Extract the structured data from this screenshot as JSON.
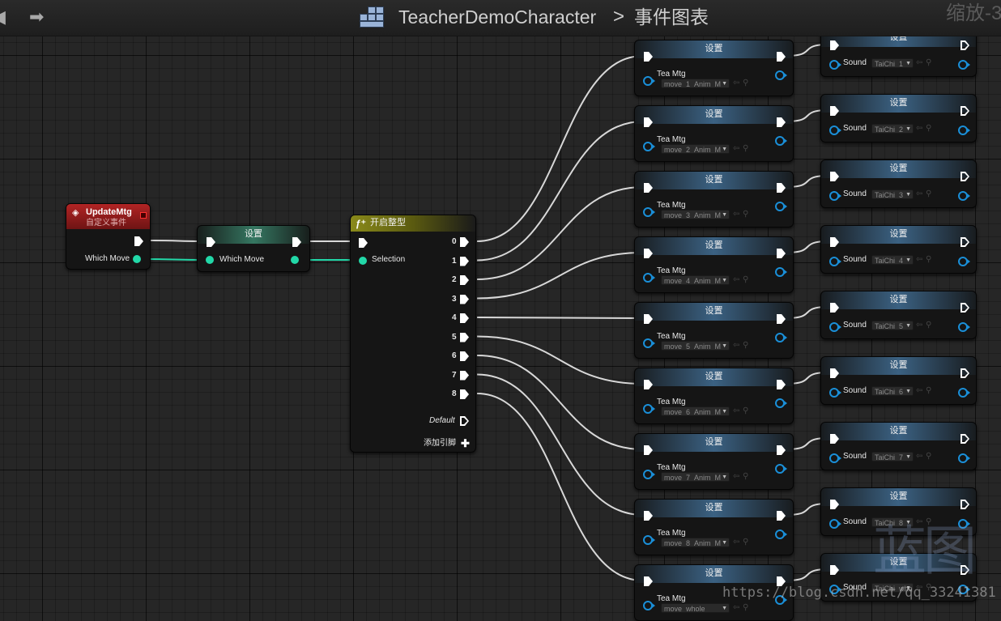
{
  "header": {
    "back_icon": "arrow-left-icon",
    "forward_icon": "arrow-right-icon",
    "blueprint_icon": "blueprint-grid-icon",
    "breadcrumb_root": "TeacherDemoCharacter",
    "breadcrumb_sep": ">",
    "breadcrumb_leaf": "事件图表",
    "zoom": "缩放-3"
  },
  "colors": {
    "exec": "#ffffff",
    "int_pin": "#22d8a8",
    "object_pin": "#1a8fd8",
    "event_header": "#b22424",
    "set_header": "#5aa0dc"
  },
  "event_node": {
    "title": "UpdateMtg",
    "subtitle": "自定义事件",
    "output_label": "Which Move"
  },
  "set_node": {
    "title": "设置",
    "label": "Which Move"
  },
  "switch_node": {
    "title": "开启整型",
    "selection_label": "Selection",
    "outputs": [
      "0",
      "1",
      "2",
      "3",
      "4",
      "5",
      "6",
      "7",
      "8"
    ],
    "default_label": "Default",
    "add_pin_label": "添加引脚"
  },
  "tea_nodes": [
    {
      "title": "设置",
      "label": "Tea Mtg",
      "value": "move_1_Anim_M"
    },
    {
      "title": "设置",
      "label": "Tea Mtg",
      "value": "move_2_Anim_M"
    },
    {
      "title": "设置",
      "label": "Tea Mtg",
      "value": "move_3_Anim_M"
    },
    {
      "title": "设置",
      "label": "Tea Mtg",
      "value": "move_4_Anim_M"
    },
    {
      "title": "设置",
      "label": "Tea Mtg",
      "value": "move_5_Anim_M"
    },
    {
      "title": "设置",
      "label": "Tea Mtg",
      "value": "move_6_Anim_M"
    },
    {
      "title": "设置",
      "label": "Tea Mtg",
      "value": "move_7_Anim_M"
    },
    {
      "title": "设置",
      "label": "Tea Mtg",
      "value": "move_8_Anim_M"
    },
    {
      "title": "设置",
      "label": "Tea Mtg",
      "value": "move_whole"
    }
  ],
  "sound_nodes": [
    {
      "title": "设置",
      "label": "Sound",
      "value": "TaiChi_1"
    },
    {
      "title": "设置",
      "label": "Sound",
      "value": "TaiChi_2"
    },
    {
      "title": "设置",
      "label": "Sound",
      "value": "TaiChi_3"
    },
    {
      "title": "设置",
      "label": "Sound",
      "value": "TaiChi_4"
    },
    {
      "title": "设置",
      "label": "Sound",
      "value": "TaiChi_5"
    },
    {
      "title": "设置",
      "label": "Sound",
      "value": "TaiChi_6"
    },
    {
      "title": "设置",
      "label": "Sound",
      "value": "TaiChi_7"
    },
    {
      "title": "设置",
      "label": "Sound",
      "value": "TaiChi_8"
    },
    {
      "title": "设置",
      "label": "Sound",
      "value": "TaiChi_whole"
    }
  ],
  "watermark": {
    "logo": "蓝图",
    "url": "https://blog.csdn.net/qq_33241381"
  }
}
